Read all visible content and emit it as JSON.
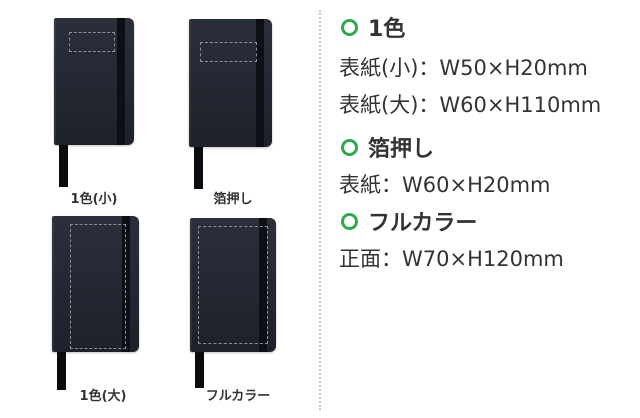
{
  "products": [
    {
      "caption": "1色(小)",
      "print_area": "small"
    },
    {
      "caption": "箔押し",
      "print_area": "small"
    },
    {
      "caption": "1色(大)",
      "print_area": "large"
    },
    {
      "caption": "フルカラー",
      "print_area": "full"
    }
  ],
  "specs": [
    {
      "heading": "1色",
      "lines": [
        "表紙(小)：W50×H20mm",
        "表紙(大)：W60×H110mm"
      ]
    },
    {
      "heading": "箔押し",
      "lines": [
        "表紙：W60×H20mm"
      ]
    },
    {
      "heading": "フルカラー",
      "lines": [
        "正面：W70×H120mm"
      ]
    }
  ],
  "colors": {
    "accent_ring": "#2fa84f",
    "notebook": "#1d212a"
  }
}
